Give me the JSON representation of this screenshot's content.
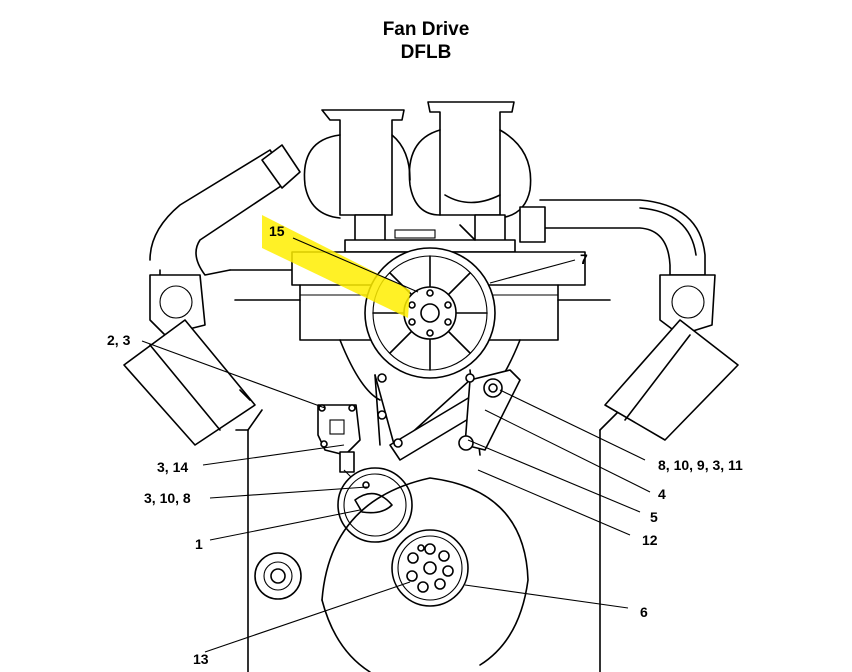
{
  "title": "Fan Drive",
  "subtitle": "DFLB",
  "highlight_color": "#ffee00",
  "callouts": {
    "c15": "15",
    "c7": "7",
    "c2_3": "2, 3",
    "c8_10_9_3_11": "8, 10, 9, 3, 11",
    "c3_14": "3, 14",
    "c4": "4",
    "c3_10_8": "3, 10, 8",
    "c5": "5",
    "c12": "12",
    "c1": "1",
    "c6": "6",
    "c13": "13"
  }
}
